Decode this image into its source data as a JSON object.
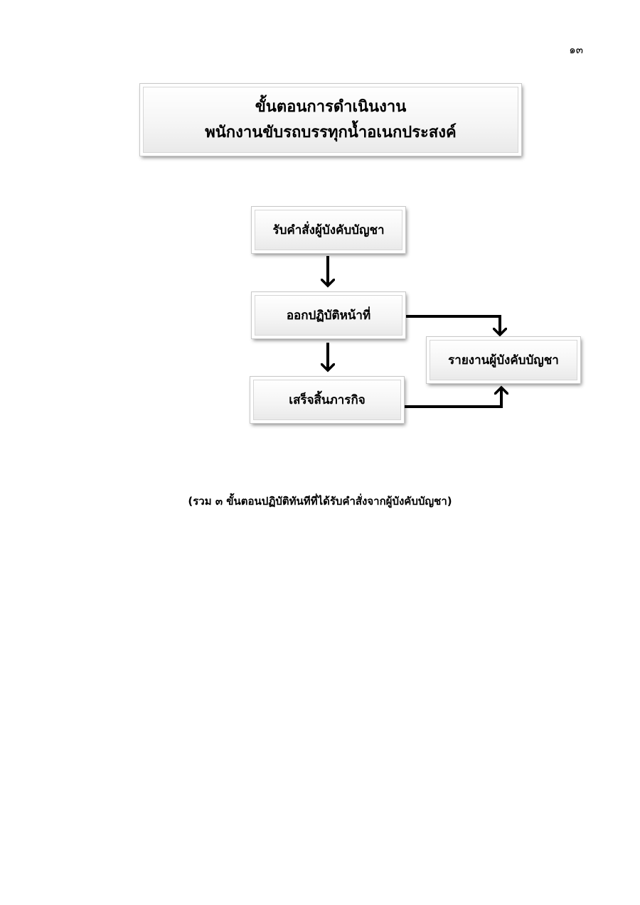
{
  "page_number": "๑๓",
  "title": {
    "line1": "ขั้นตอนการดำเนินงาน",
    "line2": "พนักงานขับรถบรรทุกน้ำอเนกประสงค์"
  },
  "flow": {
    "step1": "รับคำสั่งผู้บังคับบัญชา",
    "step2": "ออกปฏิบัติหน้าที่",
    "step3": "เสร็จสิ้นภารกิจ",
    "report": "รายงานผู้บังคับบัญชา"
  },
  "caption": "(รวม ๓ ขั้นตอนปฏิบัติทันทีที่ได้รับคำสั่งจากผู้บังคับบัญชา)"
}
